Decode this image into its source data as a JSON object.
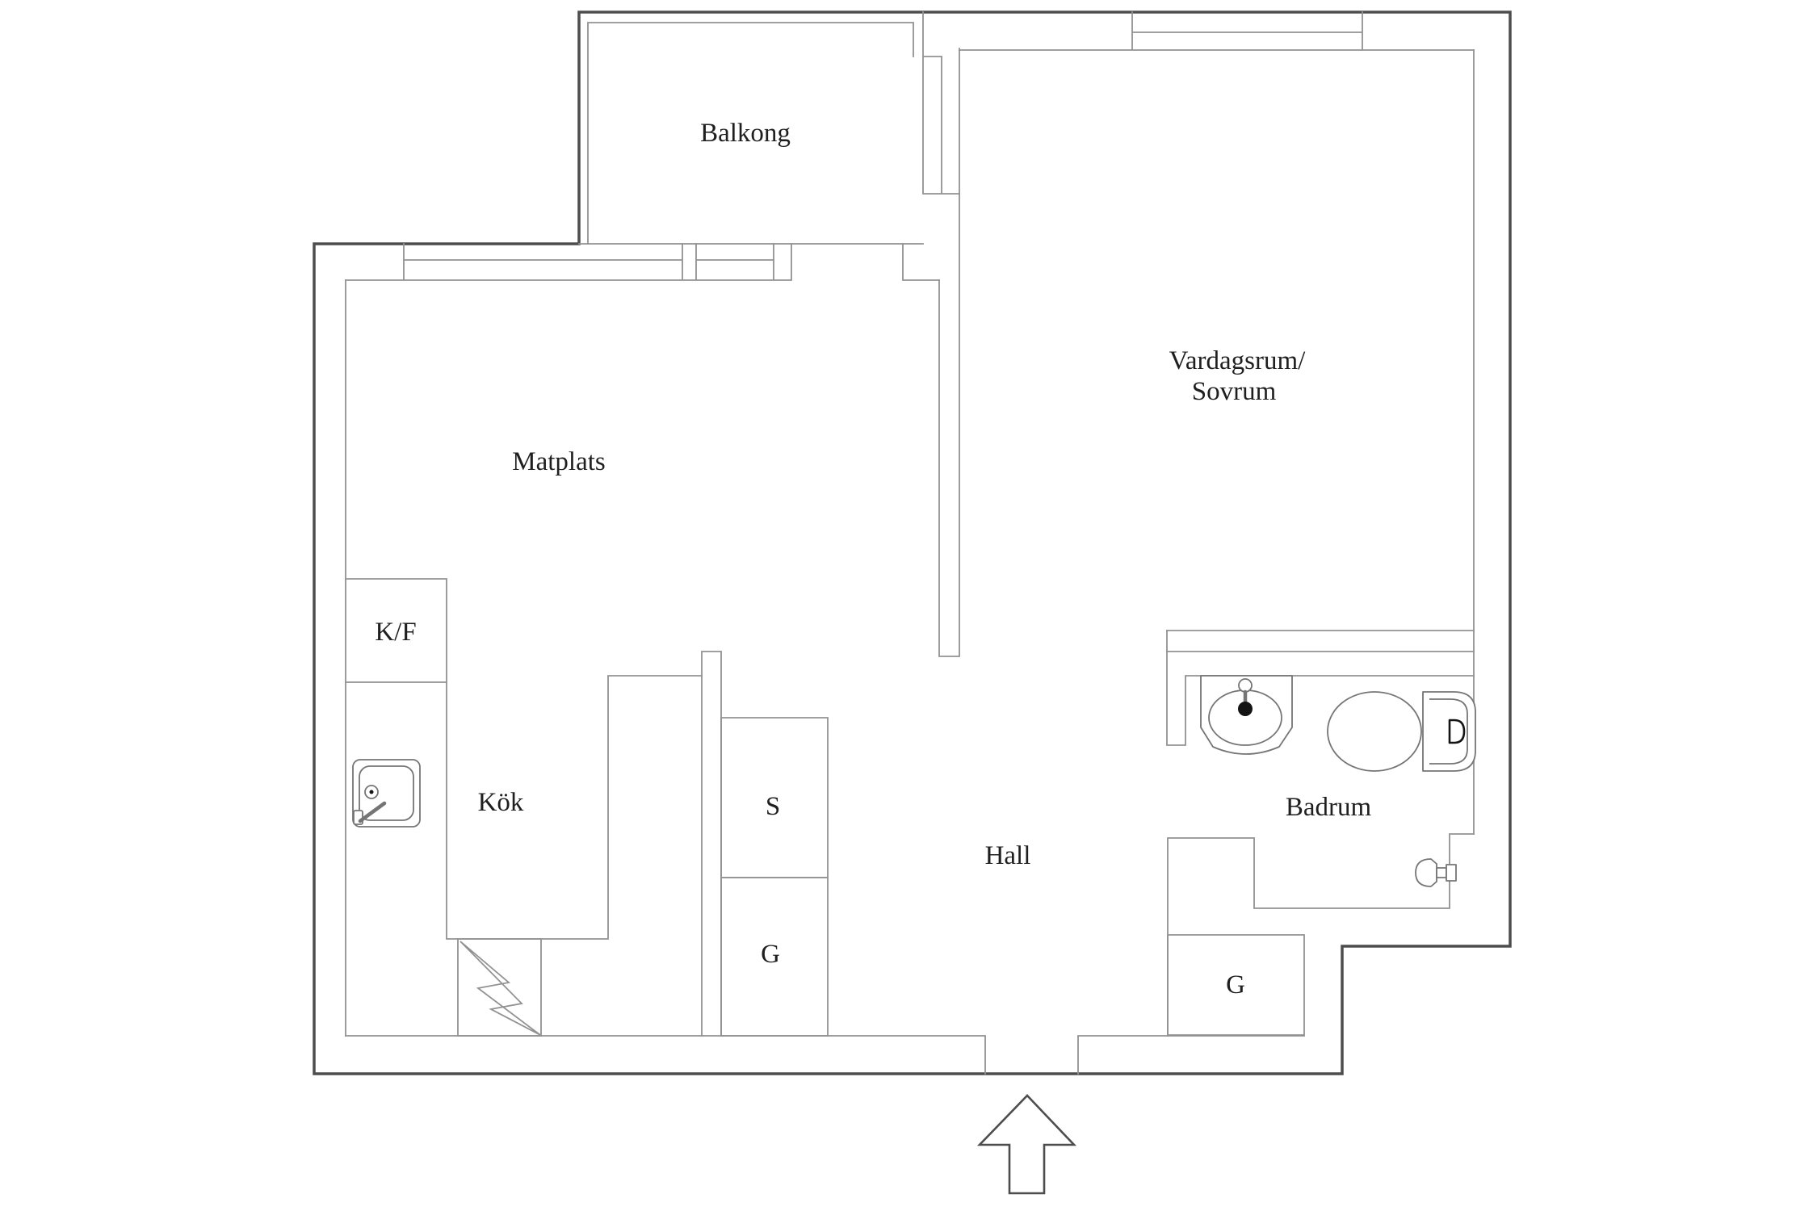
{
  "plan": {
    "rooms": {
      "balkong": "Balkong",
      "vardagsrum_line1": "Vardagsrum/",
      "vardagsrum_line2": "Sovrum",
      "matplats": "Matplats",
      "kf": "K/F",
      "kok": "Kök",
      "closet_s": "S",
      "closet_g_kitchen": "G",
      "hall": "Hall",
      "badrum": "Badrum",
      "closet_g_hall": "G"
    },
    "colors": {
      "wall_dark": "#4d4d4d",
      "wall_light": "#929292",
      "fixture_line": "#757575",
      "fixture_dark": "#141414",
      "label_text": "#1f1f1f",
      "background": "#ffffff"
    }
  }
}
